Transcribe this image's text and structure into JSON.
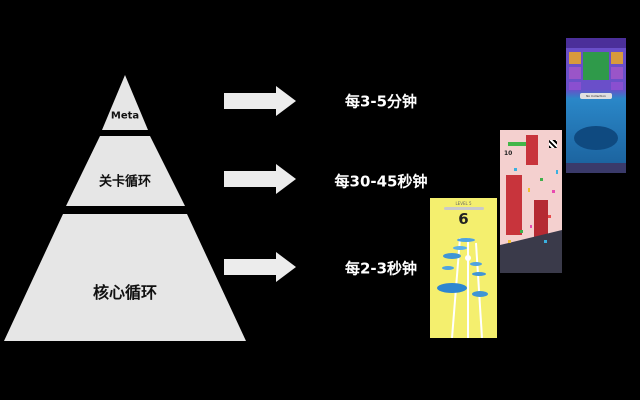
{
  "pyramid": {
    "tiers": [
      {
        "label": "Meta",
        "frequency": "每3-5分钟"
      },
      {
        "label": "关卡循环",
        "frequency": "每30-45秒钟"
      },
      {
        "label": "核心循环",
        "frequency": "每2-3秒钟"
      }
    ]
  },
  "screenshots": {
    "core": {
      "level_caption": "LEVEL 5",
      "level_number": "6"
    },
    "level": {
      "score": "10"
    },
    "meta": {
      "button_label": "No Collection"
    }
  },
  "colors": {
    "background": "#000000",
    "pyramid": "#e6e6e6",
    "arrow": "#ececec",
    "text_light": "#ffffff"
  }
}
